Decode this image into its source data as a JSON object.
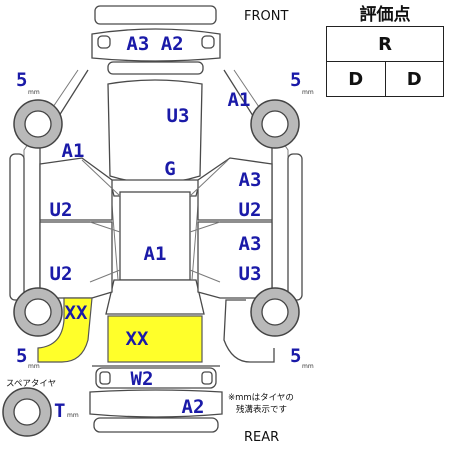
{
  "header": {
    "front_label": "FRONT",
    "rear_label": "REAR"
  },
  "score_table": {
    "title": "評価点",
    "overall": "R",
    "interior": "D",
    "exterior": "D"
  },
  "tires": {
    "front_left": {
      "depth": "5",
      "unit": "mm"
    },
    "front_right": {
      "depth": "5",
      "unit": "mm"
    },
    "rear_left": {
      "depth": "5",
      "unit": "mm"
    },
    "rear_right": {
      "depth": "5",
      "unit": "mm"
    },
    "spare": {
      "label": "スペアタイヤ",
      "depth": "T",
      "unit": "mm"
    }
  },
  "note": {
    "line1": "※mmはタイヤの",
    "line2": "残溝表示です"
  },
  "damage_codes": {
    "front_bumper": "A3 A2",
    "hood": "U3",
    "front_right_fender": "A1",
    "front_left_fender": "A1",
    "roof": "G",
    "left_front_door": "U2",
    "left_rear_door": "U2",
    "right_front_door_1": "A3",
    "right_front_door_2": "U2",
    "right_rear_door_1": "A3",
    "right_rear_door_2": "U3",
    "center_roof": "A1",
    "rear_left_quarter": "XX",
    "trunk": "XX",
    "rear_garnish": "W2",
    "rear_bumper": "A2"
  },
  "colors": {
    "code_text": "#1a1aa8",
    "highlight": "#ffff2a"
  }
}
